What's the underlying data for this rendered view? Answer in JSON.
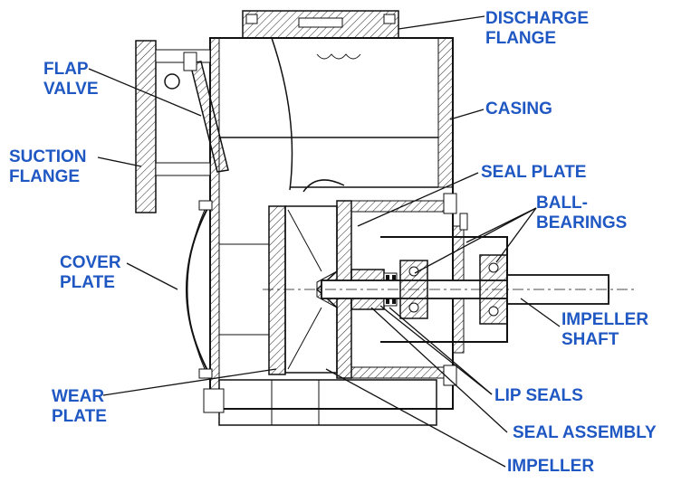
{
  "diagram": {
    "label_color": "#1f57c3",
    "labels": {
      "discharge_flange": [
        "DISCHARGE",
        "FLANGE"
      ],
      "flap_valve": [
        "FLAP",
        "VALVE"
      ],
      "casing": [
        "CASING"
      ],
      "suction_flange": [
        "SUCTION",
        "FLANGE"
      ],
      "seal_plate": [
        "SEAL PLATE"
      ],
      "ball_bearings": [
        "BALL-",
        "BEARINGS"
      ],
      "cover_plate": [
        "COVER",
        "PLATE"
      ],
      "impeller_shaft": [
        "IMPELLER",
        "SHAFT"
      ],
      "wear_plate": [
        "WEAR",
        "PLATE"
      ],
      "lip_seals": [
        "LIP SEALS"
      ],
      "seal_assembly": [
        "SEAL ASSEMBLY"
      ],
      "impeller": [
        "IMPELLER"
      ]
    }
  }
}
